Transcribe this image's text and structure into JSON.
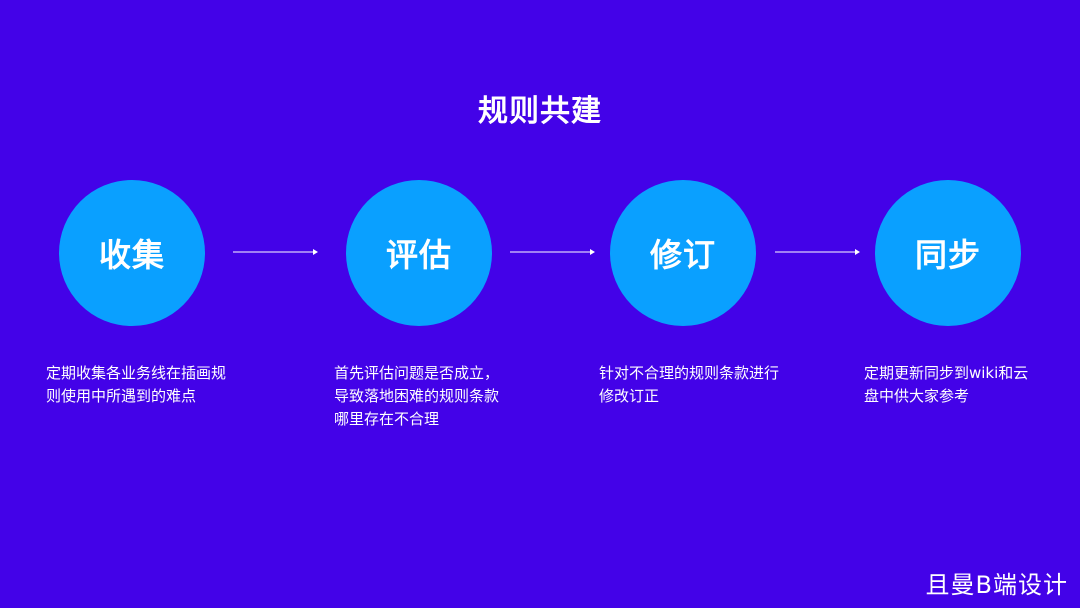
{
  "title": "规则共建",
  "steps": [
    {
      "label": "收集",
      "description": "定期收集各业务线在插画规则使用中所遇到的难点"
    },
    {
      "label": "评估",
      "description": "首先评估问题是否成立，导致落地困难的规则条款哪里存在不合理"
    },
    {
      "label": "修订",
      "description": "针对不合理的规则条款进行修改订正"
    },
    {
      "label": "同步",
      "description": "定期更新同步到wiki和云盘中供大家参考"
    }
  ],
  "colors": {
    "background": "#4302e8",
    "circle": "#0aa0ff",
    "text": "#ffffff"
  },
  "watermark": "且曼B端设计"
}
